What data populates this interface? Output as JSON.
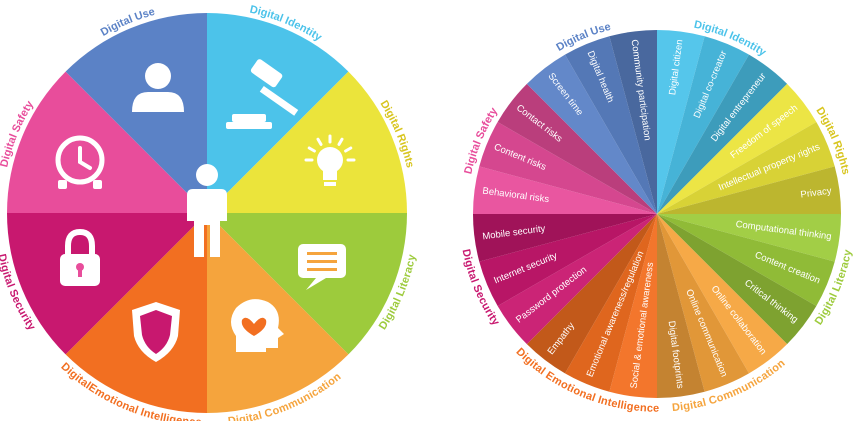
{
  "left_wheel": {
    "segments": [
      {
        "label": "Digital Identity",
        "color": "#4cc3ea",
        "icon": "person-icon"
      },
      {
        "label": "Digital Rights",
        "color": "#ebe43b",
        "icon": "gavel-icon"
      },
      {
        "label": "Digital Literacy",
        "color": "#9dcb3c",
        "icon": "lightbulb-icon"
      },
      {
        "label": "Digital Communication",
        "color": "#f5a43d",
        "icon": "chat-icon"
      },
      {
        "label": "DigitalEmotional Intelligence",
        "color": "#f26f21",
        "icon": "head-heart-icon"
      },
      {
        "label": "Digital Security",
        "color": "#c8186f",
        "icon": "shield-icon"
      },
      {
        "label": "Digital Safety",
        "color": "#e84d9b",
        "icon": "padlock-icon"
      },
      {
        "label": "Digital Use",
        "color": "#5b82c6",
        "icon": "clock-icon"
      }
    ],
    "center_icon": "child-figure-icon"
  },
  "right_wheel": {
    "groups": [
      {
        "label": "Digital Identity",
        "color": "#4cc3ea",
        "items": [
          "Digital citizen",
          "Digital co-creator",
          "Digital entrepreneur"
        ]
      },
      {
        "label": "Digital Rights",
        "color": "#ebe43b",
        "items": [
          "Freedom of speech",
          "Intellectual property rights",
          "Privacy"
        ]
      },
      {
        "label": "Digital Literacy",
        "color": "#9dcb3c",
        "items": [
          "Computational thinking",
          "Content creation",
          "Critical thinking"
        ]
      },
      {
        "label": "Digital Communication",
        "color": "#f5a43d",
        "items": [
          "Online collaboration",
          "Online communication",
          "Digital footprints"
        ]
      },
      {
        "label": "Digital Emotional Intelligence",
        "color": "#f26f21",
        "items": [
          "Social & emotional awareness",
          "Emotional awareness/regulation",
          "Empathy"
        ]
      },
      {
        "label": "Digital Security",
        "color": "#c8186f",
        "items": [
          "Password protection",
          "Internet security",
          "Mobile security"
        ]
      },
      {
        "label": "Digital Safety",
        "color": "#e84d9b",
        "items": [
          "Behavioral risks",
          "Content risks",
          "Contact risks"
        ]
      },
      {
        "label": "Digital Use",
        "color": "#5b82c6",
        "items": [
          "Screen time",
          "Digital health",
          "Community participation"
        ]
      }
    ]
  },
  "colors": {
    "label_identity": "#4cc3ea",
    "label_rights": "#d8c51e",
    "label_literacy": "#9dcb3c",
    "label_communication": "#f5a43d",
    "label_emotional": "#f26f21",
    "label_security": "#c8186f",
    "label_safety": "#e84d9b",
    "label_use": "#5b82c6"
  }
}
